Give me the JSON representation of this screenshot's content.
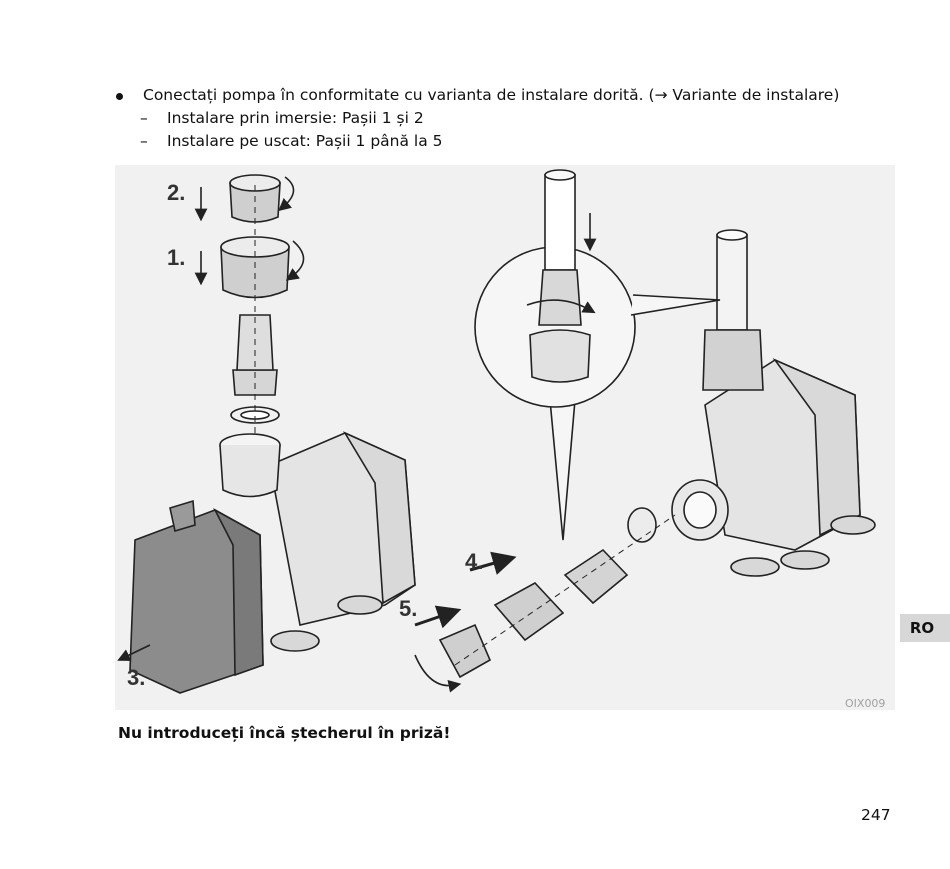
{
  "instructions": {
    "bullet": "Conectați pompa în conformitate cu varianta de instalare dorită. (→ Variante de instalare)",
    "options": [
      "Instalare prin imersie: Pașii 1 și 2",
      "Instalare pe uscat: Pașii 1 până la 5"
    ],
    "dash": "–"
  },
  "figure": {
    "code": "OIX009",
    "steps": [
      "1.",
      "2.",
      "3.",
      "4.",
      "5."
    ]
  },
  "warning": "Nu introduceți încă ștecherul în priză!",
  "side_tab": "RO",
  "page_number": "247"
}
